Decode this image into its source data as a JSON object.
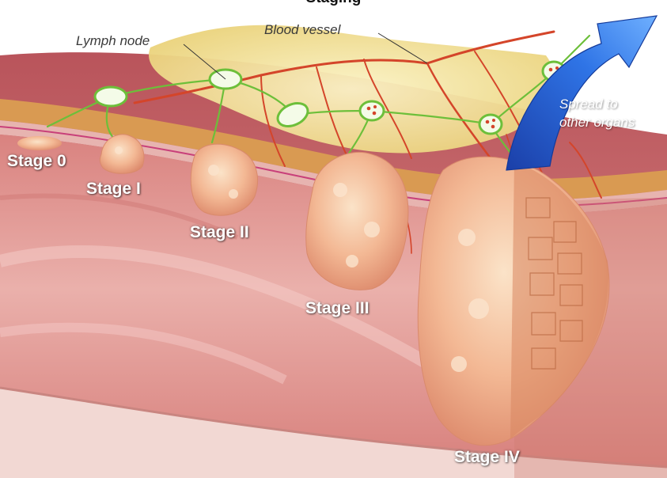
{
  "title": "Staging",
  "callouts": {
    "lymph_node": "Lymph node",
    "blood_vessel": "Blood vessel",
    "spread_line1": "Spread to",
    "spread_line2": "other organs"
  },
  "stages": [
    {
      "label": "Stage 0"
    },
    {
      "label": "Stage I"
    },
    {
      "label": "Stage II"
    },
    {
      "label": "Stage III"
    },
    {
      "label": "Stage IV"
    }
  ],
  "colors": {
    "colon_outer": "#c9646a",
    "colon_inner": "#e8a3a0",
    "fat_tissue": "#f3e6a4",
    "muscle_band": "#d99a52",
    "tumor": "#f2b38f",
    "vessel": "#d4452a",
    "lymph_green": "#6dbf3a",
    "arrow_blue": "#2a63d9"
  }
}
